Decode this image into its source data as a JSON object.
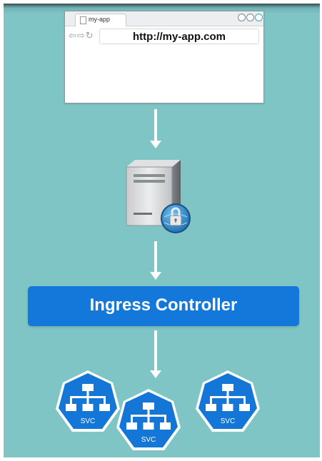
{
  "browser": {
    "tab_title": "my-app",
    "address": "http://my-app.com",
    "nav_icons": "⇦⇨↻"
  },
  "ingress": {
    "label": "Ingress Controller"
  },
  "services": [
    {
      "label": "SVC"
    },
    {
      "label": "SVC"
    },
    {
      "label": "SVC"
    }
  ],
  "colors": {
    "background": "#80c5c6",
    "ingress": "#1478da",
    "service": "#1476d6",
    "arrow": "#ffffff"
  },
  "icons": {
    "server": "server-with-lock-icon",
    "service": "service-hierarchy-icon"
  }
}
